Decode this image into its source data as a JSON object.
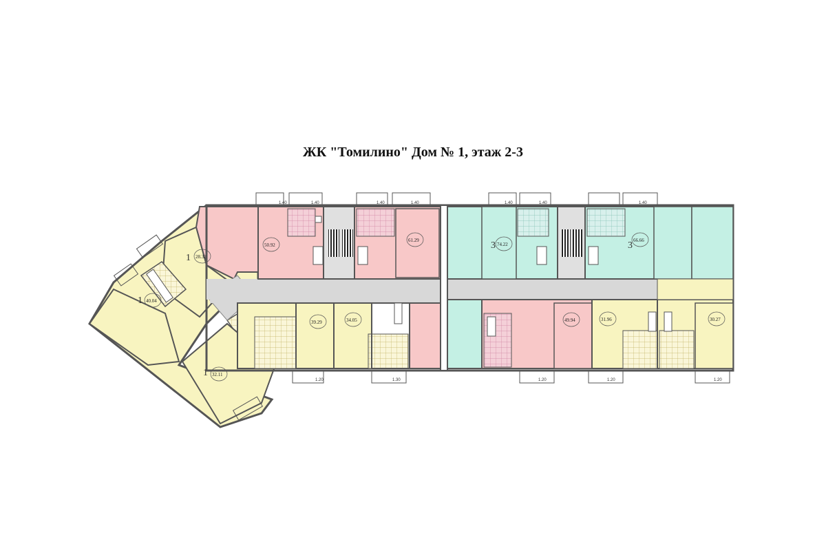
{
  "title": "ЖК \"Томилино\" Дом № 1, этаж 2-3",
  "colors": {
    "one_room": "#f8f4c0",
    "two_room": "#f8c8c8",
    "three_room": "#c4f0e4",
    "corridor": "#d8d8d8",
    "wall": "#555555",
    "tile": "#e8a8b8"
  },
  "apartments": [
    {
      "rooms": "1",
      "total": "28.32"
    },
    {
      "rooms": "1",
      "total": "40.04"
    },
    {
      "rooms": "1",
      "total": "32.11"
    },
    {
      "rooms": "",
      "total": "50.92"
    },
    {
      "rooms": "",
      "total": "61.29"
    },
    {
      "rooms": "",
      "total": "39.29"
    },
    {
      "rooms": "",
      "total": "34.05"
    },
    {
      "rooms": "3",
      "total": "74.22"
    },
    {
      "rooms": "3",
      "total": "66.66"
    },
    {
      "rooms": "",
      "total": "49.94"
    },
    {
      "rooms": "",
      "total": "31.96"
    },
    {
      "rooms": "",
      "total": "30.27"
    }
  ],
  "balconies": [
    "1.40",
    "1.40",
    "1.40",
    "1.40",
    "1.40",
    "1.40",
    "1.40",
    "1.20",
    "1.30",
    "1.20",
    "1.20",
    "1.20"
  ]
}
